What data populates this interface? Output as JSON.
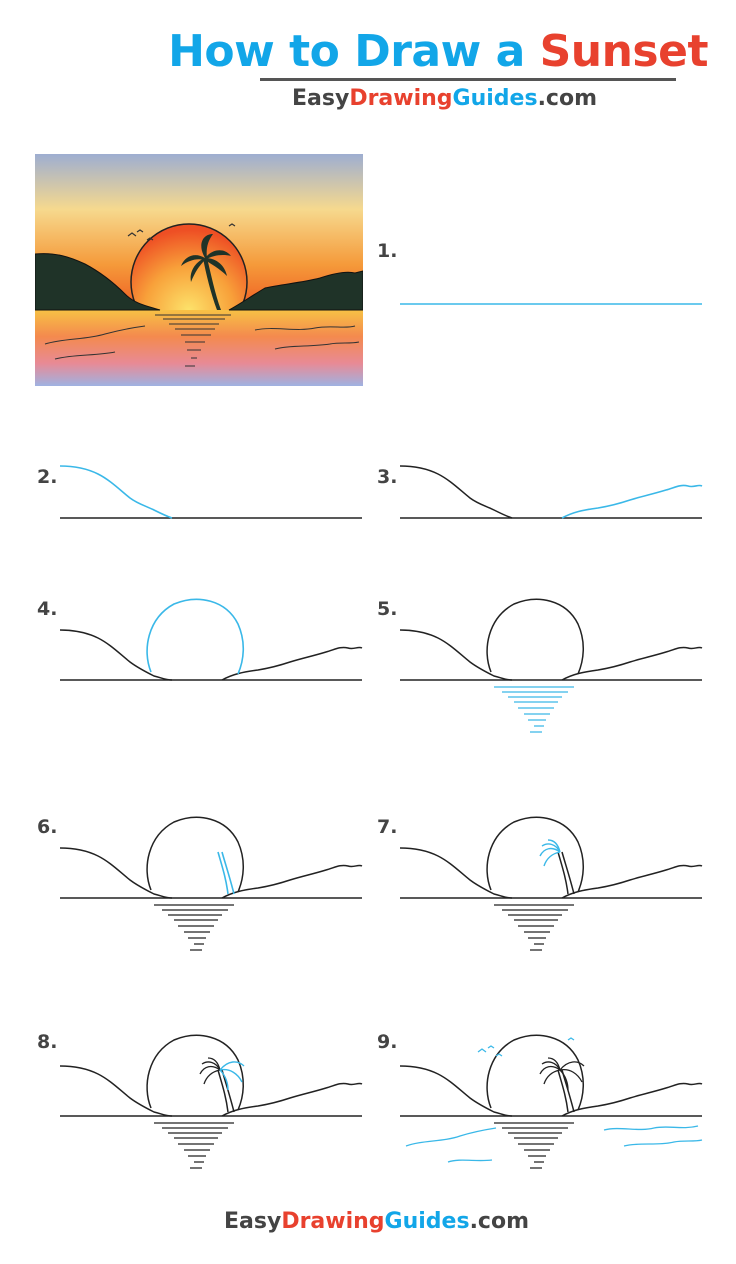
{
  "header": {
    "title_part1": "How to Draw a ",
    "title_part2": "Sunset",
    "brand_easy": "Easy",
    "brand_drawing": "Drawing",
    "brand_guides": "Guides",
    "brand_com": ".com"
  },
  "steps": [
    {
      "label": "1."
    },
    {
      "label": "2."
    },
    {
      "label": "3."
    },
    {
      "label": "4."
    },
    {
      "label": "5."
    },
    {
      "label": "6."
    },
    {
      "label": "7."
    },
    {
      "label": "8."
    },
    {
      "label": "9."
    }
  ],
  "footer": {
    "brand_easy": "Easy",
    "brand_drawing": "Drawing",
    "brand_guides": "Guides",
    "brand_com": ".com"
  },
  "colors": {
    "title_blue": "#12a6e8",
    "title_red": "#e8412e",
    "new_stroke": "#3ab8e8",
    "old_stroke": "#222222"
  }
}
